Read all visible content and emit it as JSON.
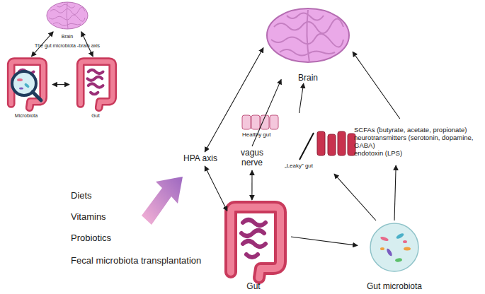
{
  "diagram": {
    "nodes": [
      {
        "text": [
          "Brain"
        ]
      },
      {
        "text": [
          "Microbiota"
        ]
      },
      {
        "text": [
          "Gut"
        ]
      },
      {
        "text": [
          "Brain"
        ]
      },
      {
        "text": [
          "HPA axis"
        ]
      },
      {
        "text": [
          "vagus nerve"
        ]
      },
      {
        "text": [
          "Healthy gut",
          "„Leaky” gut"
        ]
      },
      {
        "text": [
          "SCFAs (butyrate, acetate, propionate)",
          "neurotransmitters (serotonin, dopamine, GABA)",
          "endotoxin (LPS)"
        ]
      },
      {
        "text": [
          "Gut"
        ]
      },
      {
        "text": [
          "Gut microbiota"
        ]
      }
    ],
    "edges": [
      {
        "from": 0,
        "to": 1,
        "arrow": "both"
      },
      {
        "from": 0,
        "to": 2,
        "arrow": "both"
      },
      {
        "from": 1,
        "to": 2,
        "arrow": "both"
      },
      {
        "from": 4,
        "to": 3,
        "arrow": "both"
      },
      {
        "from": 4,
        "to": 8,
        "arrow": "both"
      },
      {
        "from": 5,
        "to": 3,
        "arrow": "to"
      },
      {
        "from": 5,
        "to": 8,
        "arrow": "both"
      },
      {
        "from": 6,
        "to": 3,
        "arrow": "to"
      },
      {
        "from": 9,
        "to": 6,
        "arrow": "to"
      },
      {
        "from": 9,
        "to": 7,
        "arrow": "to"
      },
      {
        "from": 7,
        "to": 3,
        "arrow": "to"
      },
      {
        "from": 8,
        "to": 9,
        "arrow": "to"
      }
    ],
    "labels": [
      "The gut microbiota -brain axis",
      "Diets",
      "Vitamins",
      "Probiotics",
      "Fecal microbiota transplantation"
    ]
  }
}
